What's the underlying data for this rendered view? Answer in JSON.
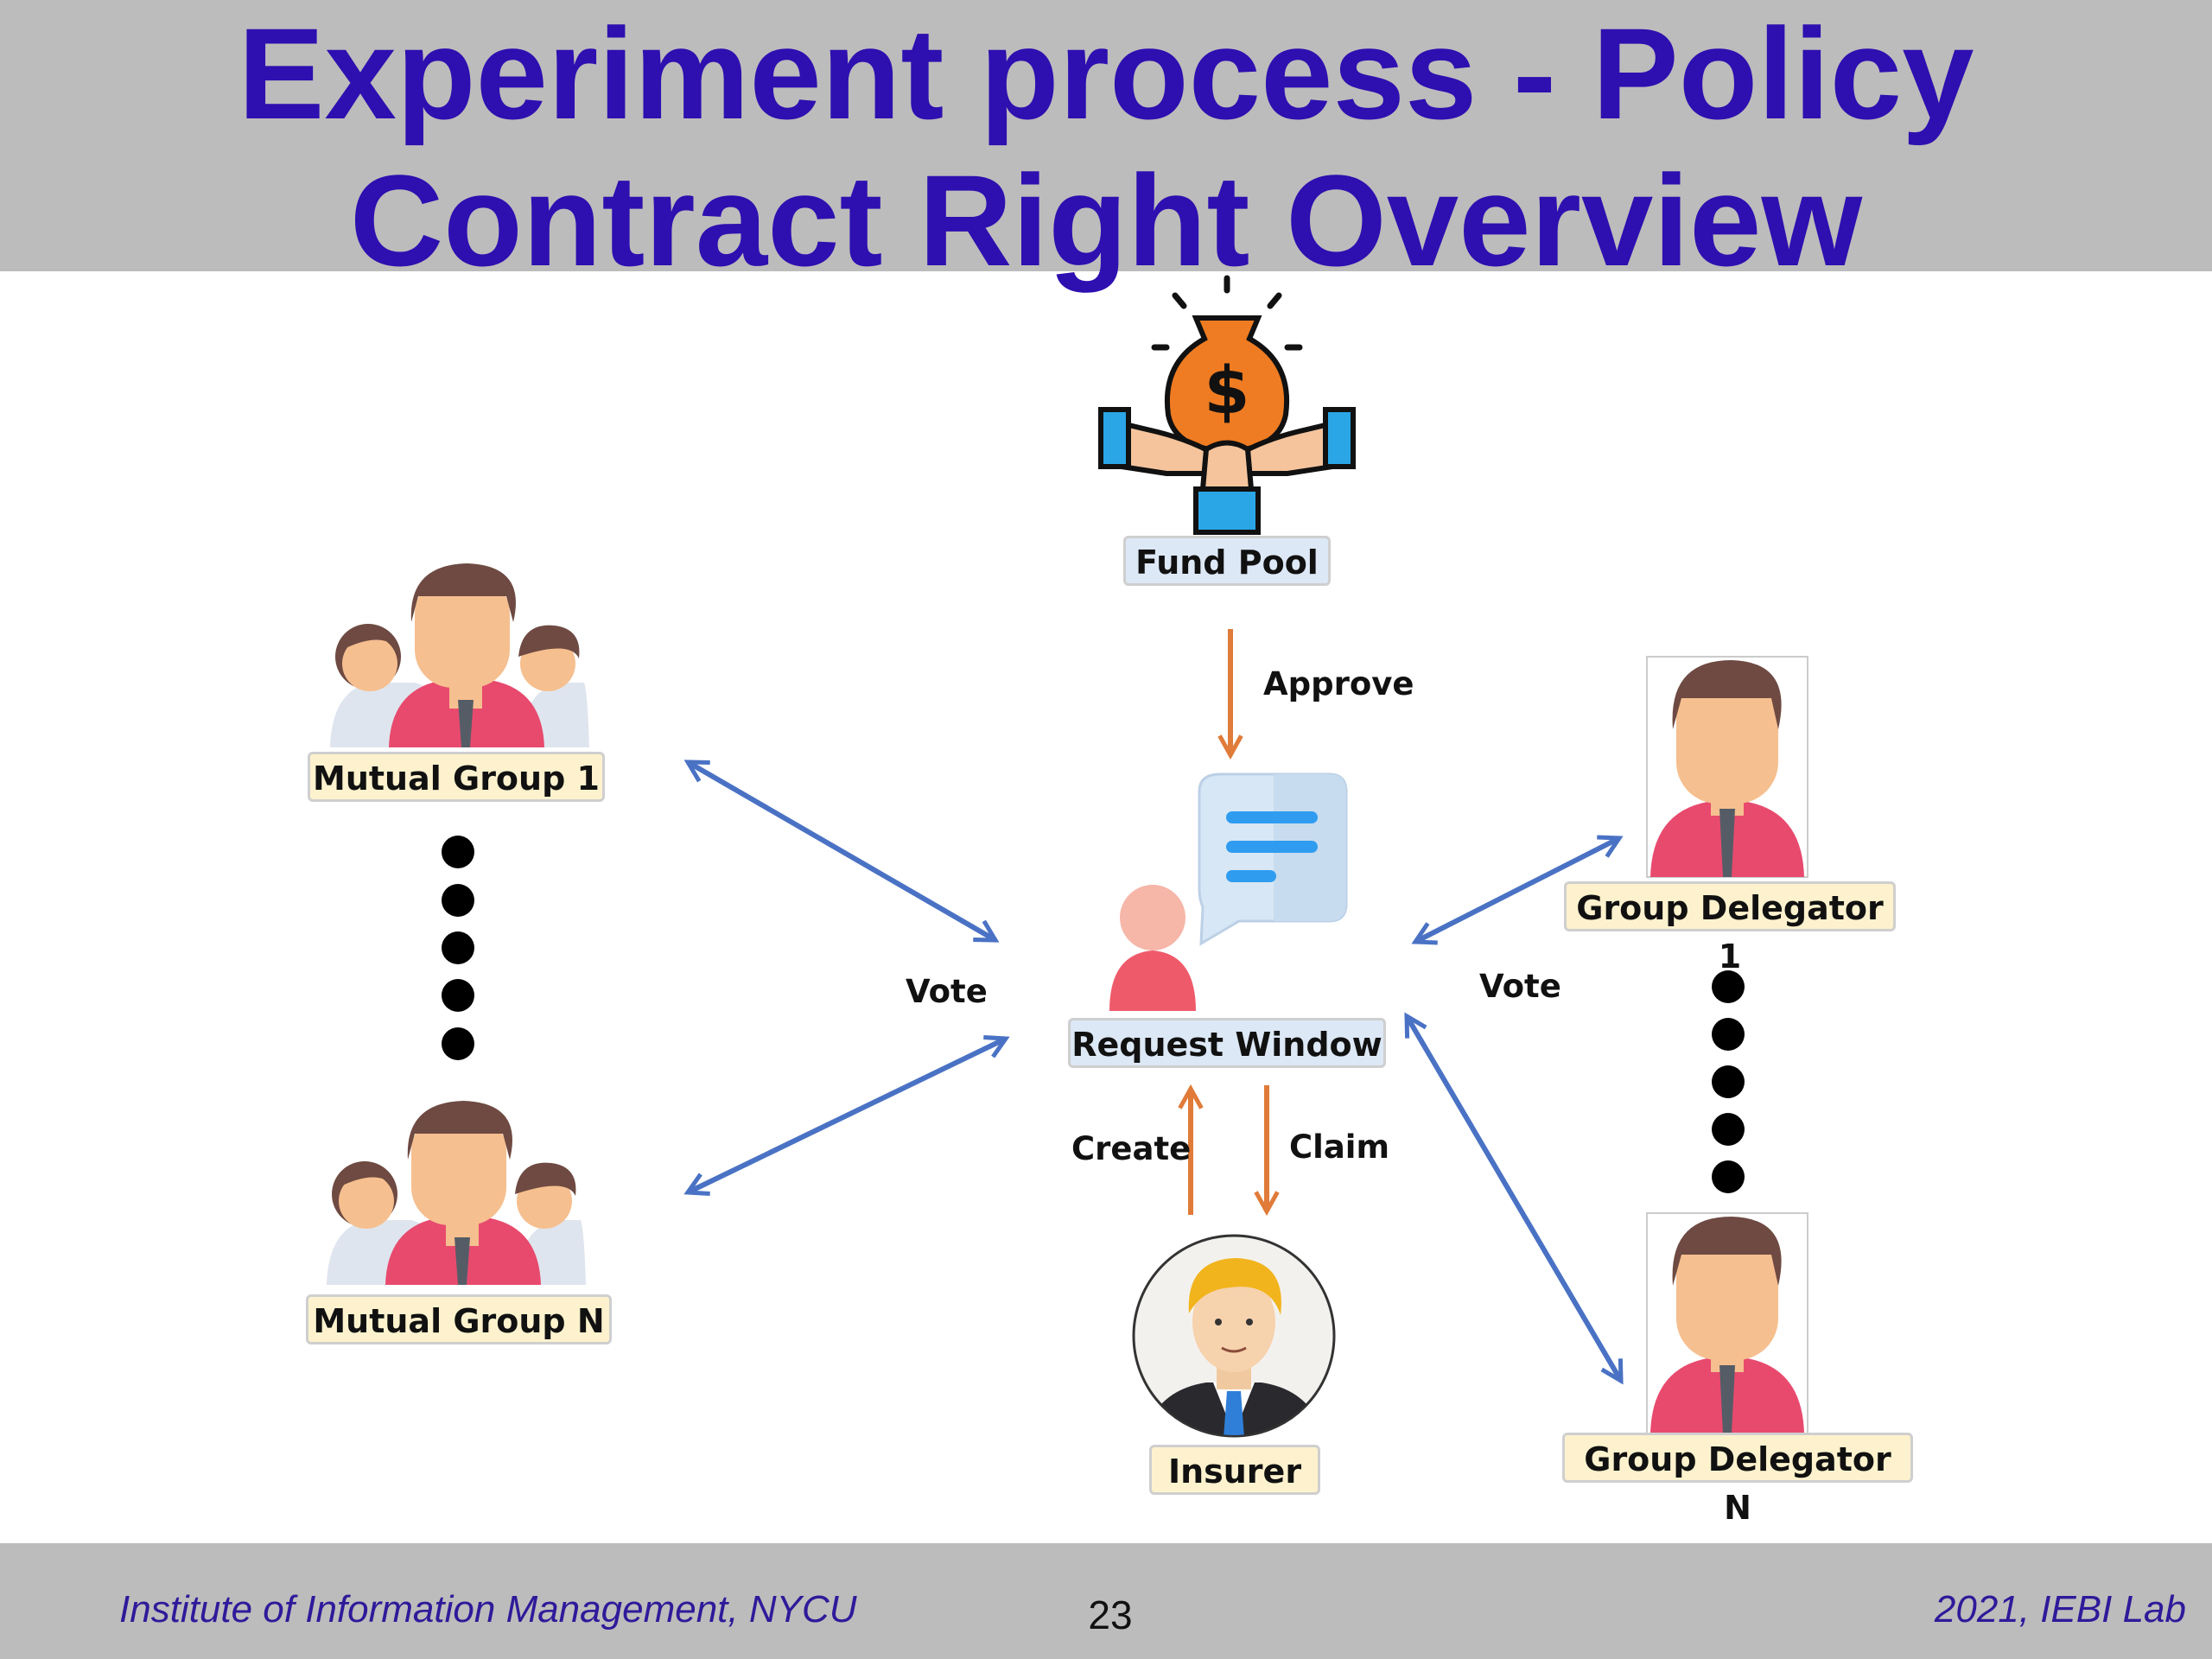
{
  "title": {
    "line1": "Experiment process - Policy",
    "line2": "Contract Right Overview"
  },
  "nodes": {
    "fund_pool": "Fund Pool",
    "mutual_group_1": "Mutual Group 1",
    "mutual_group_n": "Mutual Group N",
    "request_window": "Request Window",
    "group_delegator_1": "Group Delegator 1",
    "group_delegator_n": "Group Delegator N",
    "insurer": "Insurer"
  },
  "edges": {
    "approve": "Approve",
    "vote_left": "Vote",
    "vote_right": "Vote",
    "create": "Create",
    "claim": "Claim"
  },
  "colors": {
    "title": "#2e0fb0",
    "band": "#bcbcbc",
    "vote_arrow": "#4a72c4",
    "flow_arrow": "#e07b39",
    "label_yellow": "#fdf2cd",
    "label_blue": "#dde8f6"
  },
  "icons": [
    "money-bag-hands-icon",
    "family-group-icon",
    "person-portrait-icon",
    "chat-request-icon",
    "insurer-avatar-icon",
    "university-seal-icon"
  ],
  "footer": {
    "institute": "Institute of Information Management, NYCU",
    "page": "23",
    "lab": "2021, IEBI Lab"
  }
}
